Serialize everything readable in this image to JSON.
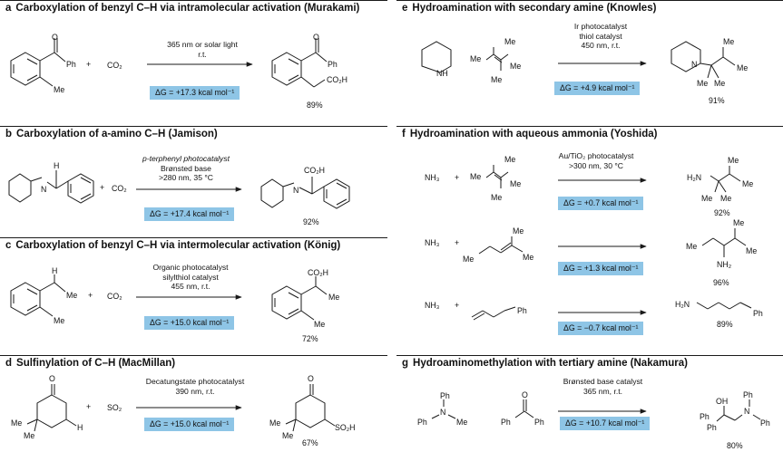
{
  "panels": {
    "a": {
      "letter": "a",
      "title": "Carboxylation of benzyl C–H via intramolecular activation (Murakami)",
      "conditions": [
        "365 nm or solar light",
        "r.t."
      ],
      "dG": "ΔG = +17.3 kcal mol⁻¹",
      "yield": "89%"
    },
    "b": {
      "letter": "b",
      "title": "Carboxylation of a-amino C–H (Jamison)",
      "conditions": [
        "p-terphenyl photocatalyst",
        "Brønsted base",
        ">280 nm, 35 °C"
      ],
      "dG": "ΔG = +17.4 kcal mol⁻¹",
      "yield": "92%"
    },
    "c": {
      "letter": "c",
      "title": "Carboxylation of benzyl C–H via intermolecular activation (König)",
      "conditions": [
        "Organic photocatalyst",
        "silylthiol catalyst",
        "455 nm, r.t."
      ],
      "dG": "ΔG = +15.0 kcal mol⁻¹",
      "yield": "72%"
    },
    "d": {
      "letter": "d",
      "title": "Sulfinylation of C–H (MacMillan)",
      "conditions": [
        "Decatungstate photocatalyst",
        "390 nm, r.t."
      ],
      "dG": "ΔG = +15.0 kcal mol⁻¹",
      "yield": "67%"
    },
    "e": {
      "letter": "e",
      "title": "Hydroamination with secondary amine (Knowles)",
      "conditions": [
        "Ir photocatalyst",
        "thiol catalyst",
        "450 nm, r.t."
      ],
      "dG": "ΔG = +4.9 kcal mol⁻¹",
      "yield": "91%"
    },
    "f": {
      "letter": "f",
      "title": "Hydroamination with aqueous ammonia (Yoshida)",
      "conditions": [
        "Au/TiO₂ photocatalyst",
        ">300 nm, 30 °C"
      ],
      "rows": [
        {
          "dG": "ΔG = +0.7 kcal mol⁻¹",
          "yield": "92%"
        },
        {
          "dG": "ΔG = +1.3 kcal mol⁻¹",
          "yield": "96%"
        },
        {
          "dG": "ΔG = −0.7 kcal mol⁻¹",
          "yield": "89%"
        }
      ]
    },
    "g": {
      "letter": "g",
      "title": "Hydroaminomethylation with tertiary amine (Nakamura)",
      "conditions": [
        "Brønsted base catalyst",
        "365 nm, r.t."
      ],
      "dG": "ΔG = +10.7 kcal mol⁻¹",
      "yield": "80%"
    }
  },
  "labels": {
    "co2": "CO₂",
    "so2": "SO₂",
    "nh3": "NH₃",
    "plus": "+",
    "o": "O",
    "ph": "Ph",
    "me": "Me",
    "h": "H",
    "n": "N",
    "nh": "NH",
    "oh": "OH",
    "co2h": "CO₂H",
    "so2h": "SO₂H",
    "h2n": "H₂N",
    "nh2": "NH₂"
  }
}
